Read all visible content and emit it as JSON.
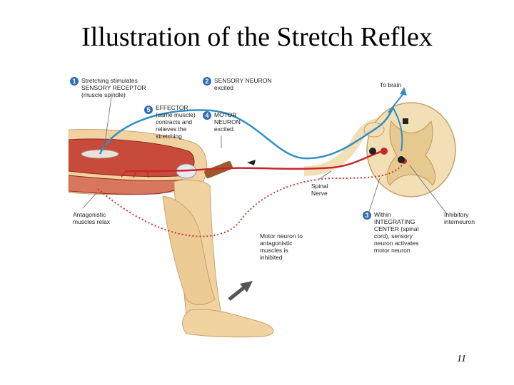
{
  "slide": {
    "title": "Illustration of the Stretch Reflex",
    "page_number": "11"
  },
  "figure": {
    "steps": [
      {
        "number": "1",
        "text": "Stretching stimulates\nSENSORY RECEPTOR\n(muscle spindle)"
      },
      {
        "number": "2",
        "text": "SENSORY NEURON\nexcited"
      },
      {
        "number": "3",
        "text": "Within\nINTEGRATING\nCENTER (spinal\ncord), sensory\nneuron activates\nmotor neuron"
      },
      {
        "number": "4",
        "text": "MOTOR\nNEURON\nexcited"
      },
      {
        "number": "5",
        "text": "EFFECTOR\n(same muscle)\ncontracts and\nrelieves the\nstretching"
      }
    ],
    "labels": {
      "to_brain": "To brain",
      "spinal_nerve": "Spinal\nNerve",
      "antagonistic": "Antagonistic\nmuscles relax",
      "inhibitory": "Inhibitory\ninterneuron",
      "motor_inhibited": "Motor neuron to\nantagonistic\nmuscles is\ninhibited"
    },
    "colors": {
      "sensory_neuron": "#2f8fc4",
      "motor_neuron": "#c8262c",
      "inhibited_neuron": "#d0332c",
      "skin": "#f1d3a2",
      "muscle": "#c84a3a",
      "spinal_cord": "#f2dfb6",
      "step_badge": "#2f6db5"
    }
  }
}
